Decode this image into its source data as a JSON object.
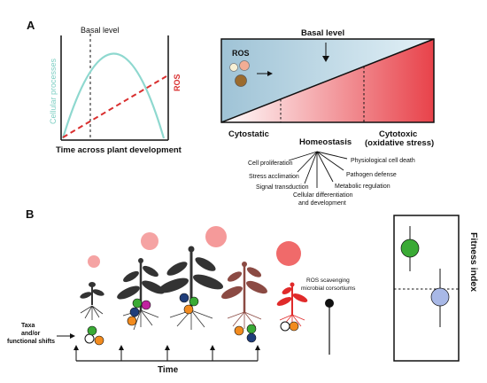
{
  "panel_a": {
    "letter": "A",
    "left_plot": {
      "basal_label": "Basal level",
      "ylabel": "Cellular processes",
      "xlabel": "Time across plant development",
      "ros_label": "ROS",
      "colors": {
        "cellular": "#8ed8cf",
        "ros": "#d92f2f"
      }
    },
    "right_plot": {
      "basal_label": "Basal level",
      "ros_label": "ROS",
      "zones": [
        "Cytostatic",
        "Homeostasis",
        "Cytotoxic",
        "(oxidative stress)"
      ],
      "colors": {
        "blue": "#c5e3ef",
        "red": "#e8424a"
      }
    },
    "processes": [
      "Cell proliferation",
      "Physiological cell death",
      "Stress acclimation",
      "Pathogen defense",
      "Signal transduction",
      "Metabolic regulation",
      "Cellular differentiation",
      "and development"
    ]
  },
  "panel_b": {
    "letter": "B",
    "shift_label": [
      "Taxa",
      "and/or",
      "functional shifts"
    ],
    "time_label": "Time",
    "scavenging_label": [
      "ROS scavenging",
      "microbial corsortiums"
    ],
    "fitness_label": "Fitness index",
    "colors": {
      "green": "#3aaa35",
      "blue": "#a8b8e6",
      "orange": "#f28b1e",
      "navy": "#1f3d7a",
      "magenta": "#c0229f",
      "red_circle": "#f05a5a"
    }
  }
}
